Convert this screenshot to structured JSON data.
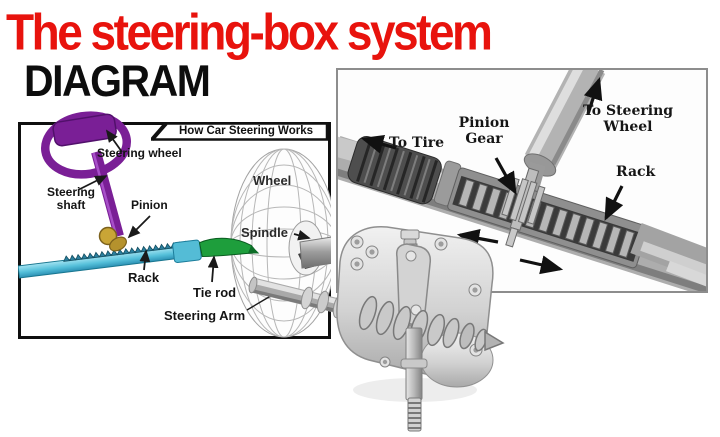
{
  "title": "The steering-box system",
  "subtitle": "DIAGRAM",
  "colors": {
    "title_red": "#e8130d",
    "subtitle_black": "#0d0d0d",
    "steering_wheel_purple": "#7a1f96",
    "rack_cyan": "#55c0da",
    "tie_rod_green": "#1e9e3c",
    "pinion_gold": "#c9a536",
    "panel_border_black": "#0f0f0f",
    "panel_border_gray": "#8d8d8d"
  },
  "left_panel": {
    "banner": "How Car Steering Works",
    "labels": {
      "steering_wheel": "Steering wheel",
      "steering_shaft_l1": "Steering",
      "steering_shaft_l2": "shaft",
      "pinion": "Pinion",
      "wheel": "Wheel",
      "spindle": "Spindle",
      "rack": "Rack",
      "tie_rod": "Tie rod",
      "steering_arm": "Steering Arm"
    },
    "icons": [
      "arrow-to-steering-wheel-rim",
      "arrow-to-steering-shaft",
      "arrow-to-pinion",
      "arrow-to-rack",
      "arrow-to-tie-rod",
      "arrow-to-spindle"
    ]
  },
  "right_panel": {
    "labels": {
      "to_tire": "To Tire",
      "pinion_gear_l1": "Pinion",
      "pinion_gear_l2": "Gear",
      "to_steering_wheel_l1": "To Steering",
      "to_steering_wheel_l2": "Wheel",
      "rack": "Rack"
    },
    "icons": [
      "arrow-left-to-tire",
      "arrow-down-to-pinion-gear",
      "arrow-up-to-steering-wheel",
      "arrow-down-to-rack",
      "arrow-rack-travel-left",
      "arrow-rack-travel-right"
    ]
  }
}
